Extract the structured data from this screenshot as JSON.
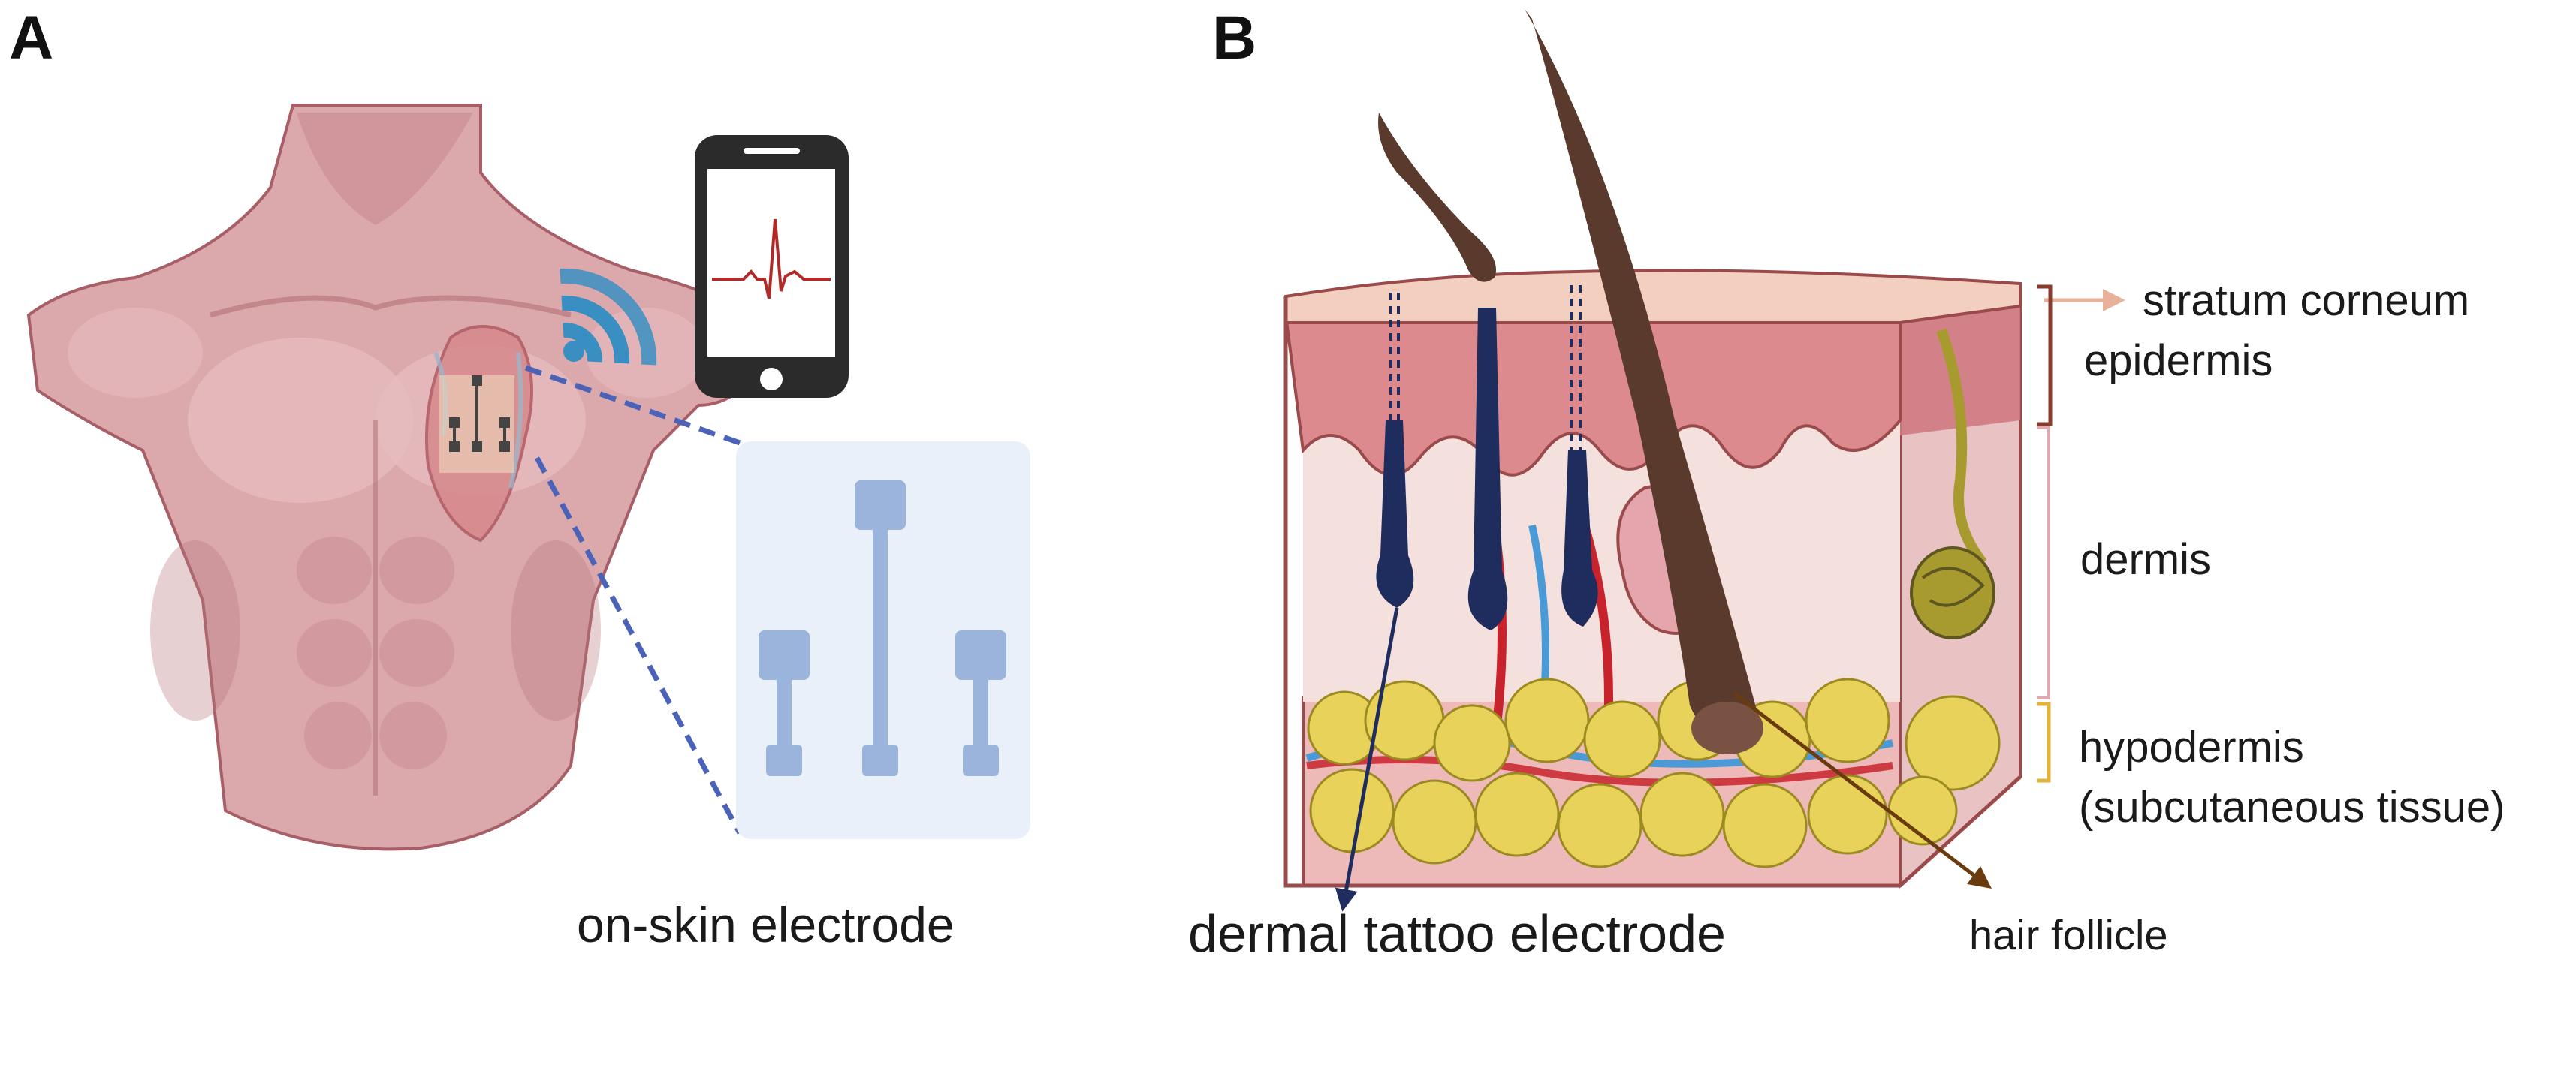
{
  "panels": {
    "a": {
      "letter": "A",
      "caption": "on-skin electrode"
    },
    "b": {
      "letter": "B",
      "caption": "dermal tattoo electrode",
      "hair_label": "hair follicle"
    }
  },
  "layers": {
    "stratum_corneum": "stratum corneum",
    "epidermis": "epidermis",
    "dermis": "dermis",
    "hypodermis": "hypodermis",
    "hypodermis_sub": "(subcutaneous tissue)"
  },
  "colors": {
    "skin_body": "#dba8ac",
    "skin_shadow": "#b8777d",
    "electrode_panel": "#e9f0fa",
    "electrode": "#9ab4dc",
    "dashed_line": "#4a63b8",
    "wifi": "#3a8fc2",
    "phone_body": "#2b2b2b",
    "ecg_trace": "#b02a2a",
    "stratum": "#f3cfc0",
    "epidermis": "#dd8a8e",
    "dermis": "#f4e0dc",
    "hypodermis": "#eeb9b9",
    "fat": "#e8d25a",
    "hair": "#5a3a2c",
    "tattoo": "#1f2d5e",
    "vessel_red": "#c8232c",
    "vessel_blue": "#4a9ad8",
    "gland": "#a79a2e",
    "bracket_stratum": "#e8b29a",
    "bracket_epidermis": "#8b3a2a",
    "bracket_dermis": "#e0a8b0",
    "bracket_hypodermis": "#e3b23a",
    "caption_arrow": "#1f2d5e",
    "hair_arrow": "#6b3b10"
  }
}
